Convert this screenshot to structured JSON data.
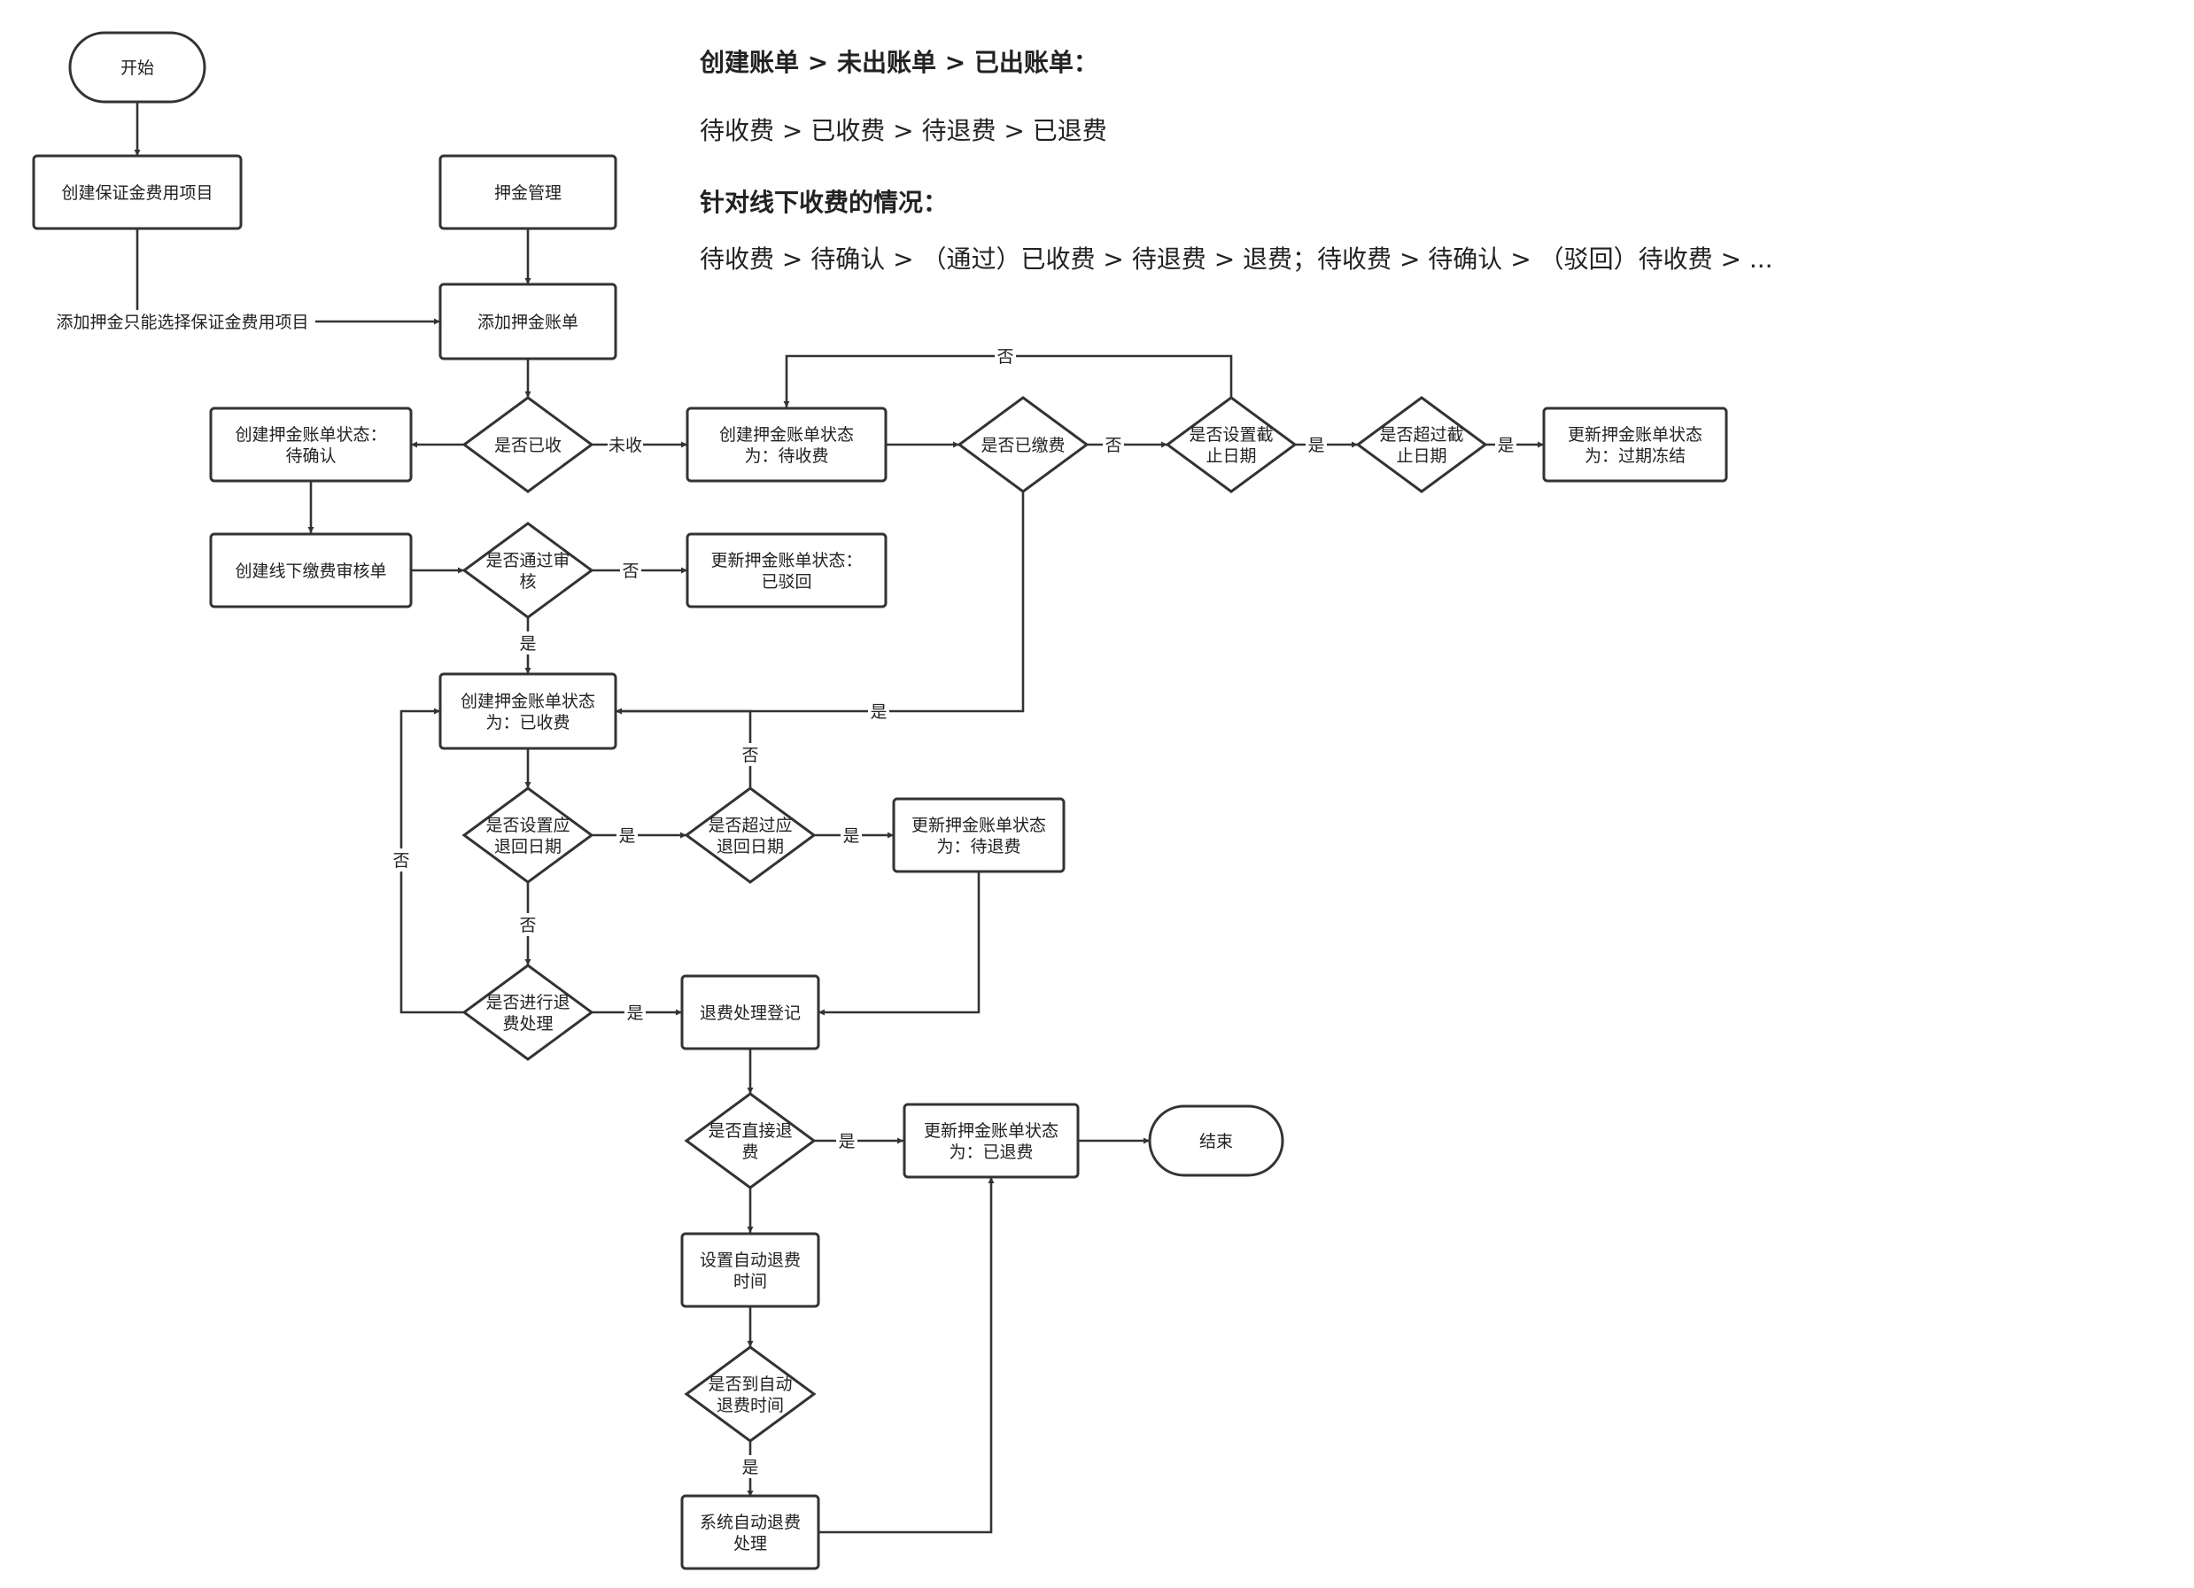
{
  "notes": {
    "line1": "创建账单 > 未出账单 > 已出账单：",
    "line2": "待收费 > 已收费 > 待退费 > 已退费",
    "line3": "针对线下收费的情况：",
    "line4": "待收费 > 待确认 > （通过）已收费 >  待退费 > 退费；待收费 > 待确认 > （驳回）待收费 > ..."
  },
  "nodes": {
    "start": [
      "开始"
    ],
    "create_deposit_item": [
      "创建保证金费用项目"
    ],
    "deposit_mgmt": [
      "押金管理"
    ],
    "add_deposit_bill": [
      "添加押金账单"
    ],
    "is_received": [
      "是否已收"
    ],
    "status_pending_confirm": [
      "创建押金账单状态：",
      "待确认"
    ],
    "status_pending_charge": [
      "创建押金账单状态",
      "为：待收费"
    ],
    "is_paid": [
      "是否已缴费"
    ],
    "has_deadline": [
      "是否设置截",
      "止日期"
    ],
    "over_deadline": [
      "是否超过截",
      "止日期"
    ],
    "status_expired": [
      "更新押金账单状态",
      "为：过期冻结"
    ],
    "create_offline_review": [
      "创建线下缴费审核单"
    ],
    "review_passed": [
      "是否通过审",
      "核"
    ],
    "status_rejected": [
      "更新押金账单状态：",
      "已驳回"
    ],
    "status_received": [
      "创建押金账单状态",
      "为：已收费"
    ],
    "has_refund_date": [
      "是否设置应",
      "退回日期"
    ],
    "over_refund_date": [
      "是否超过应",
      "退回日期"
    ],
    "status_pending_refund": [
      "更新押金账单状态",
      "为：待退费"
    ],
    "do_refund": [
      "是否进行退",
      "费处理"
    ],
    "refund_register": [
      "退费处理登记"
    ],
    "direct_refund": [
      "是否直接退",
      "费"
    ],
    "status_refunded": [
      "更新押金账单状态",
      "为：已退费"
    ],
    "end": [
      "结束"
    ],
    "set_auto_refund_time": [
      "设置自动退费",
      "时间"
    ],
    "reached_auto_refund_time": [
      "是否到自动",
      "退费时间"
    ],
    "system_auto_refund": [
      "系统自动退费",
      "处理"
    ]
  },
  "edge_labels": {
    "only_select_deposit_item": "添加押金只能选择保证金费用项目",
    "not_received": "未收",
    "not_paid": "否",
    "deadline_yes": "是",
    "over_deadline_yes": "是",
    "deadline_no": "否",
    "review_no": "否",
    "review_yes": "是",
    "paid_yes": "是",
    "refund_date_yes": "是",
    "over_refund_date_yes": "是",
    "over_refund_date_no": "否",
    "refund_date_no": "否",
    "do_refund_yes": "是",
    "do_refund_no": "否",
    "direct_refund_yes": "是",
    "auto_time_yes": "是"
  },
  "colors": {
    "stroke": "#333333",
    "fill": "#ffffff",
    "text": "#222222"
  }
}
